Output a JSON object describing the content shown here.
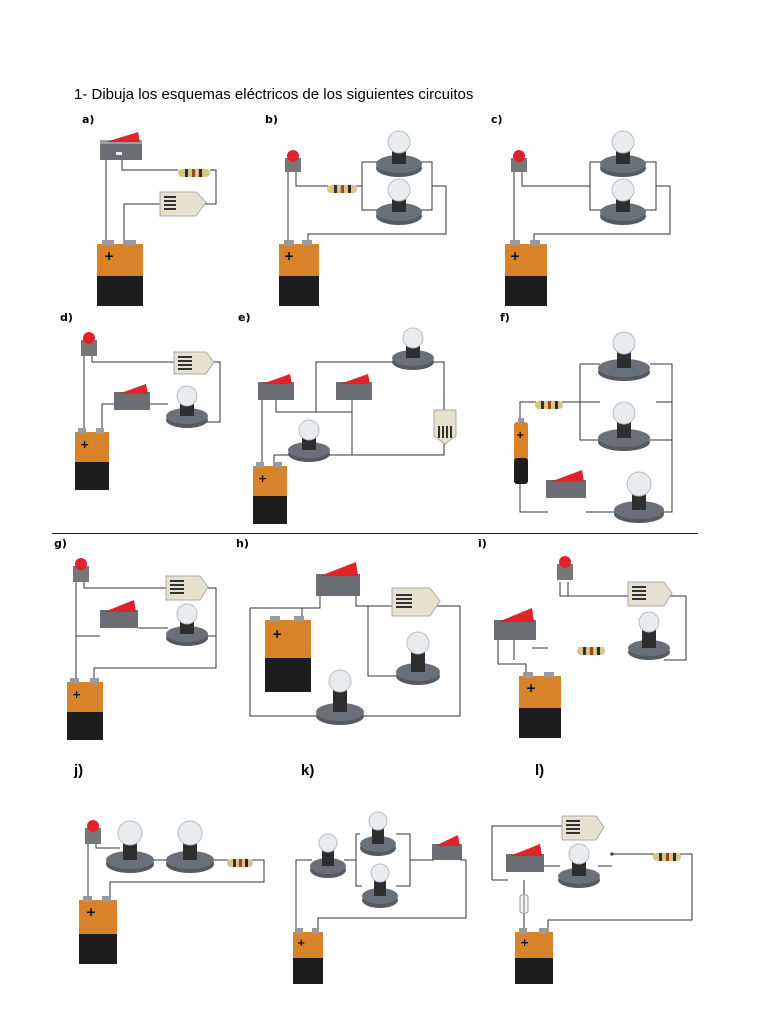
{
  "title": "1- Dibuja los esquemas eléctricos de los siguientes circuitos",
  "labels": {
    "a": "a)",
    "b": "b)",
    "c": "c)",
    "d": "d)",
    "e": "e)",
    "f": "f)",
    "g": "g)",
    "h": "h)",
    "i": "i)",
    "j": "j)",
    "k": "k)",
    "l": "l)"
  },
  "battery_sign": "+",
  "colors": {
    "battery_orange": "#d8822a",
    "battery_black": "#1d1d1d",
    "switch_red": "#e0222a",
    "lamp_base": "#555a60",
    "wire": "#333333",
    "separator": "#1a1a5a"
  }
}
